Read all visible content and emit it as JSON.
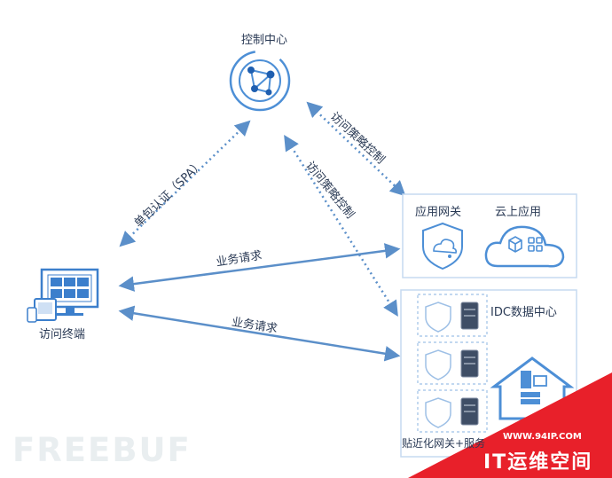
{
  "control_center": {
    "label": "控制中心"
  },
  "terminal": {
    "label": "访问终端"
  },
  "edges": {
    "spa_auth": "单包认证（SPA）",
    "access_policy_top": "访问策略控制",
    "access_policy_mid": "访问策略控制",
    "request_top": "业务请求",
    "request_bottom": "业务请求"
  },
  "cloud_box": {
    "gateway_label": "应用网关",
    "cloud_app_label": "云上应用"
  },
  "idc_box": {
    "label": "IDC数据中心",
    "bottom_label": "贴近化网关+服务"
  },
  "watermark": {
    "text": "FREEBUF"
  },
  "corner_banner": {
    "url": "WWW.94IP.COM",
    "title": "IT运维空间"
  },
  "colors": {
    "arrow": "#5b8fc9",
    "box_border": "#c6daf0",
    "icon": "#4d8fd6",
    "banner": "#e8202a"
  }
}
